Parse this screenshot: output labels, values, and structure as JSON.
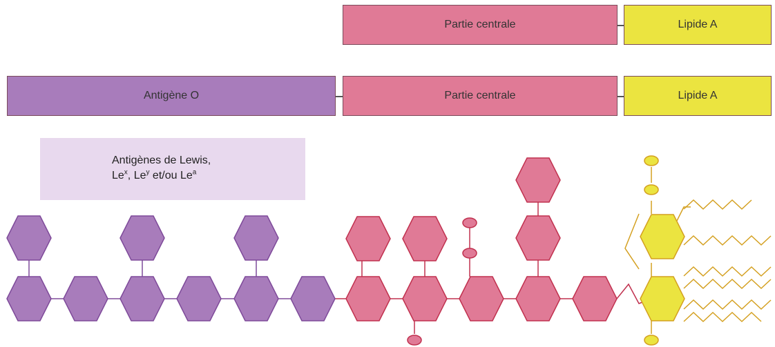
{
  "colors": {
    "antigen_o": "#a87cbb",
    "antigen_o_stroke": "#7e4a9a",
    "core": "#e07a96",
    "core_stroke": "#c0304e",
    "lipid": "#ebe440",
    "lipid_stroke": "#d4a020",
    "lewis_box": "#e8d9ee"
  },
  "row1": {
    "core_label": "Partie centrale",
    "lipid_label": "Lipide A"
  },
  "row2": {
    "antigen_label": "Antigène O",
    "core_label": "Partie centrale",
    "lipid_label": "Lipide A"
  },
  "lewis": {
    "line1": "Antigènes de Lewis,",
    "le1_base": "Le",
    "le1_sup": "x",
    "sep1": ", ",
    "le2_base": "Le",
    "le2_sup": "y",
    "sep2": " et/ou ",
    "le3_base": "Le",
    "le3_sup": "a"
  }
}
